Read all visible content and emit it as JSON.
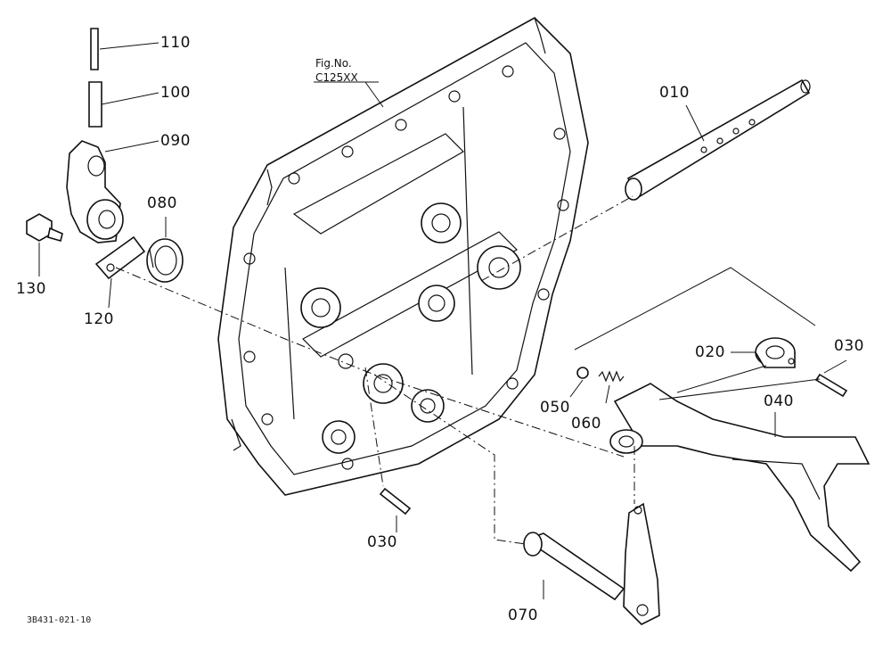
{
  "figure": {
    "fig_label": "Fig.No.",
    "fig_number": "C125XX",
    "reference_code": "3B431-021-10"
  },
  "callouts": [
    {
      "id": "110",
      "text": "110"
    },
    {
      "id": "100",
      "text": "100"
    },
    {
      "id": "090",
      "text": "090"
    },
    {
      "id": "080",
      "text": "080"
    },
    {
      "id": "130",
      "text": "130"
    },
    {
      "id": "120",
      "text": "120"
    },
    {
      "id": "010",
      "text": "010"
    },
    {
      "id": "020",
      "text": "020"
    },
    {
      "id": "030a",
      "text": "030"
    },
    {
      "id": "040",
      "text": "040"
    },
    {
      "id": "050",
      "text": "050"
    },
    {
      "id": "060",
      "text": "060"
    },
    {
      "id": "030b",
      "text": "030"
    },
    {
      "id": "070",
      "text": "070"
    }
  ]
}
